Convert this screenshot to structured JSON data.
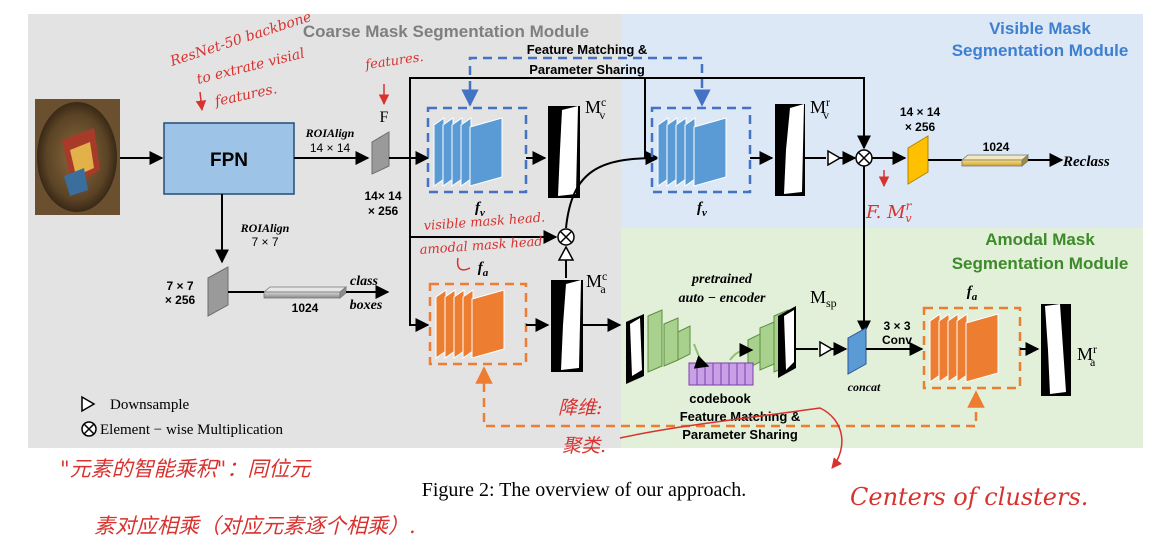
{
  "modules": {
    "coarse": "Coarse Mask Segmentation Module",
    "visible_line1": "Visible Mask",
    "visible_line2": "Segmentation Module",
    "amodal_line1": "Amodal Mask",
    "amodal_line2": "Segmentation Module"
  },
  "labels": {
    "fpn": "FPN",
    "roialign": "ROIAlign",
    "size_14": "14 × 14",
    "size_7": "7 × 7",
    "F": "F",
    "f_size_14": "14× 14",
    "f_size_256": "× 256",
    "small_size_7": "7 × 7",
    "small_size_256": "× 256",
    "fc_1024": "1024",
    "class": "class",
    "boxes": "boxes",
    "fv": "f",
    "fv_sub": "v",
    "fa": "f",
    "fa_sub": "a",
    "mvc": "M",
    "mvc_sup": "c",
    "mvc_sub": "v",
    "mvr": "M",
    "mvr_sup": "r",
    "mvr_sub": "v",
    "mac": "M",
    "mac_sup": "c",
    "mac_sub": "a",
    "mar": "M",
    "mar_sup": "r",
    "mar_sub": "a",
    "msp": "M",
    "msp_sub": "sp",
    "fm_top_line1": "Feature Matching &",
    "fm_top_line2": "Parameter Sharing",
    "fm_bottom_line1": "Feature Matching &",
    "fm_bottom_line2": "Parameter Sharing",
    "pretrained": "pretrained",
    "autoencoder": "auto − encoder",
    "codebook": "codebook",
    "concat": "concat",
    "conv_size": "3 × 3",
    "conv": "Conv",
    "reclass_size_14": "14 × 14",
    "reclass_size_256": "× 256",
    "reclass_1024": "1024",
    "reclass": "Reclass",
    "legend_downsample": "Downsample",
    "legend_multiplication": "Element − wise Multiplication"
  },
  "caption": "Figure 2: The overview of our approach.",
  "annotations": {
    "resnet_line1": "ResNet-50 backbone",
    "resnet_line2": "to extrate visial",
    "resnet_line3": "features.",
    "features": "features.",
    "visible_mask_head": "visible mask head.",
    "amodal_mask_head": "amodal mask head",
    "fmvr": "F. M",
    "fmvr_sup": "r",
    "fmvr_sub": "v",
    "chinese_a": "降维:",
    "chinese_b": "聚类.",
    "centers": "Centers of clusters.",
    "cn_line1": "\"元素的智能乘积\"：同位元",
    "cn_line2": "素对应相乘（对应元素逐个相乘）."
  },
  "colors": {
    "coarse_bg": "#e3e3e3",
    "visible_bg": "#dce8f5",
    "amodal_bg": "#e2efd9",
    "blue_module_title": "#3f7fd1",
    "green_module_title": "#3d8a2a",
    "fpn_fill": "#9dc3e6",
    "blue_feature": "#5b9bd5",
    "orange_feature": "#ed7d31",
    "green_feature": "#a9d18e",
    "yellow_feature": "#ffc000",
    "codebook": "#c9a0e8",
    "dashed_blue": "#4472c4",
    "dashed_orange": "#ed7d31",
    "annotation_red": "#d8322f"
  }
}
